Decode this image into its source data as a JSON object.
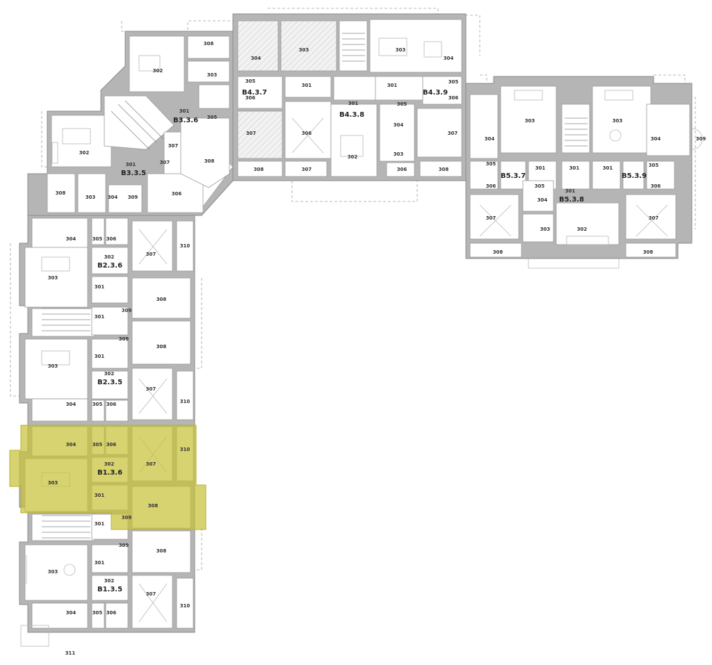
{
  "highlight_color": "#c7c23a",
  "highlighted_unit": "B1.3.6",
  "units": [
    {
      "id": "B3.3.6"
    },
    {
      "id": "B3.3.5"
    },
    {
      "id": "B4.3.7"
    },
    {
      "id": "B4.3.8"
    },
    {
      "id": "B4.3.9"
    },
    {
      "id": "B5.3.7"
    },
    {
      "id": "B5.3.8"
    },
    {
      "id": "B5.3.9"
    },
    {
      "id": "B2.3.6"
    },
    {
      "id": "B2.3.5"
    },
    {
      "id": "B1.3.6"
    },
    {
      "id": "B1.3.5"
    }
  ],
  "rooms": [
    "308",
    "302",
    "303",
    "304",
    "305",
    "306",
    "307",
    "301",
    "309",
    "310",
    "311"
  ]
}
